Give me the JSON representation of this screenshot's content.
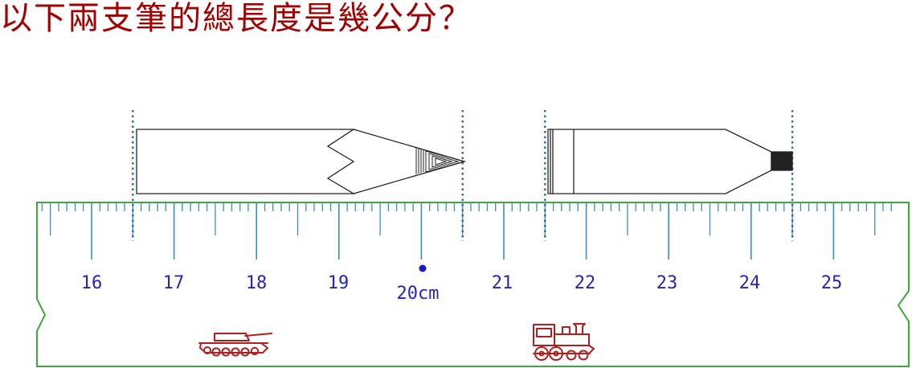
{
  "question": {
    "text": "以下兩支筆的總長度是幾公分？"
  },
  "colors": {
    "title": "#a30000",
    "ruler": "#3aaa3a",
    "ticks": "#3a8ec0",
    "labels": "#2525b8",
    "guides": "#2a5fd0",
    "pencil": "#222222",
    "picture": "#b01e1e",
    "origin_dot": "#1818c8"
  },
  "ruler": {
    "unit_label": "20cm",
    "labels": [
      "16",
      "17",
      "18",
      "19",
      "20cm",
      "21",
      "22",
      "23",
      "24",
      "25"
    ]
  },
  "pencils": [
    {
      "name": "sharpened pencil",
      "start_cm": 16.5,
      "end_cm": 20.5
    },
    {
      "name": "blunt pencil",
      "start_cm": 21.5,
      "end_cm": 24.5
    }
  ],
  "icons": {
    "left": "tank-icon",
    "right": "locomotive-icon"
  }
}
